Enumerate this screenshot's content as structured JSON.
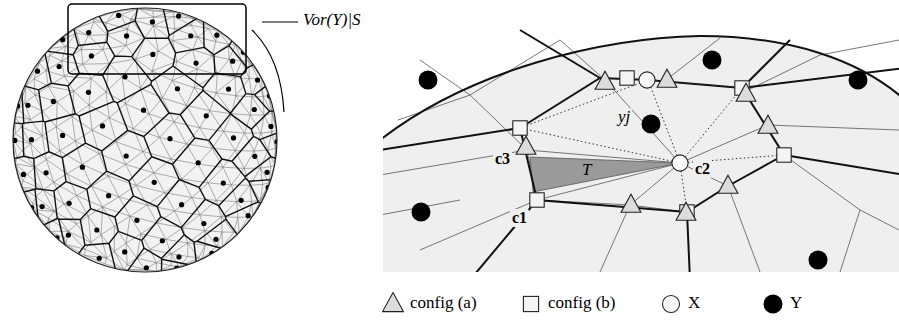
{
  "diagram": {
    "labels": [
      "Vor(Y)|S",
      "yj",
      "T",
      "c1",
      "c2",
      "c3"
    ],
    "legend": [
      {
        "text": "config (a)"
      },
      {
        "text": "config (b)"
      },
      {
        "text": "X"
      },
      {
        "text": "Y"
      }
    ]
  }
}
